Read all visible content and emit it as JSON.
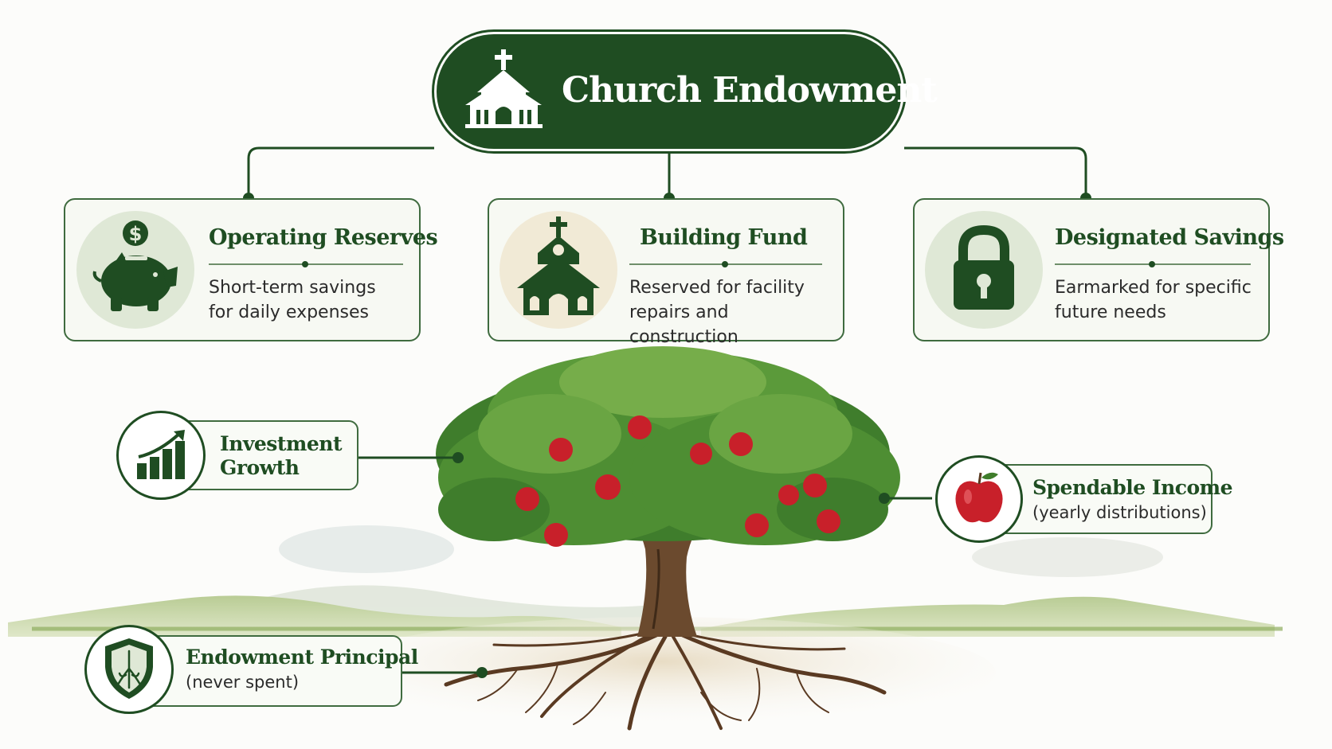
{
  "title": "Church Endowment",
  "cards": [
    {
      "title": "Operating Reserves",
      "desc_line1": "Short-term savings",
      "desc_line2": "for daily expenses",
      "icon": "piggy-bank-icon"
    },
    {
      "title": "Building Fund",
      "desc_line1": "Reserved for facility",
      "desc_line2": "repairs and construction",
      "icon": "church-icon"
    },
    {
      "title": "Designated Savings",
      "desc_line1": "Earmarked for specific",
      "desc_line2": "future needs",
      "icon": "padlock-icon"
    }
  ],
  "tree_labels": {
    "growth": {
      "line1": "Investment",
      "line2": "Growth",
      "icon": "growth-chart-icon"
    },
    "income": {
      "title": "Spendable Income",
      "sub": "(yearly distributions)",
      "icon": "apple-icon"
    },
    "principal": {
      "title": "Endowment Principal",
      "sub": "(never spent)",
      "icon": "shield-roots-icon"
    }
  },
  "colors": {
    "dark_green": "#1f4d22",
    "light_green_circle": "#dfe8d6",
    "cream_circle": "#f1ead6",
    "apple_red": "#c8202a"
  }
}
